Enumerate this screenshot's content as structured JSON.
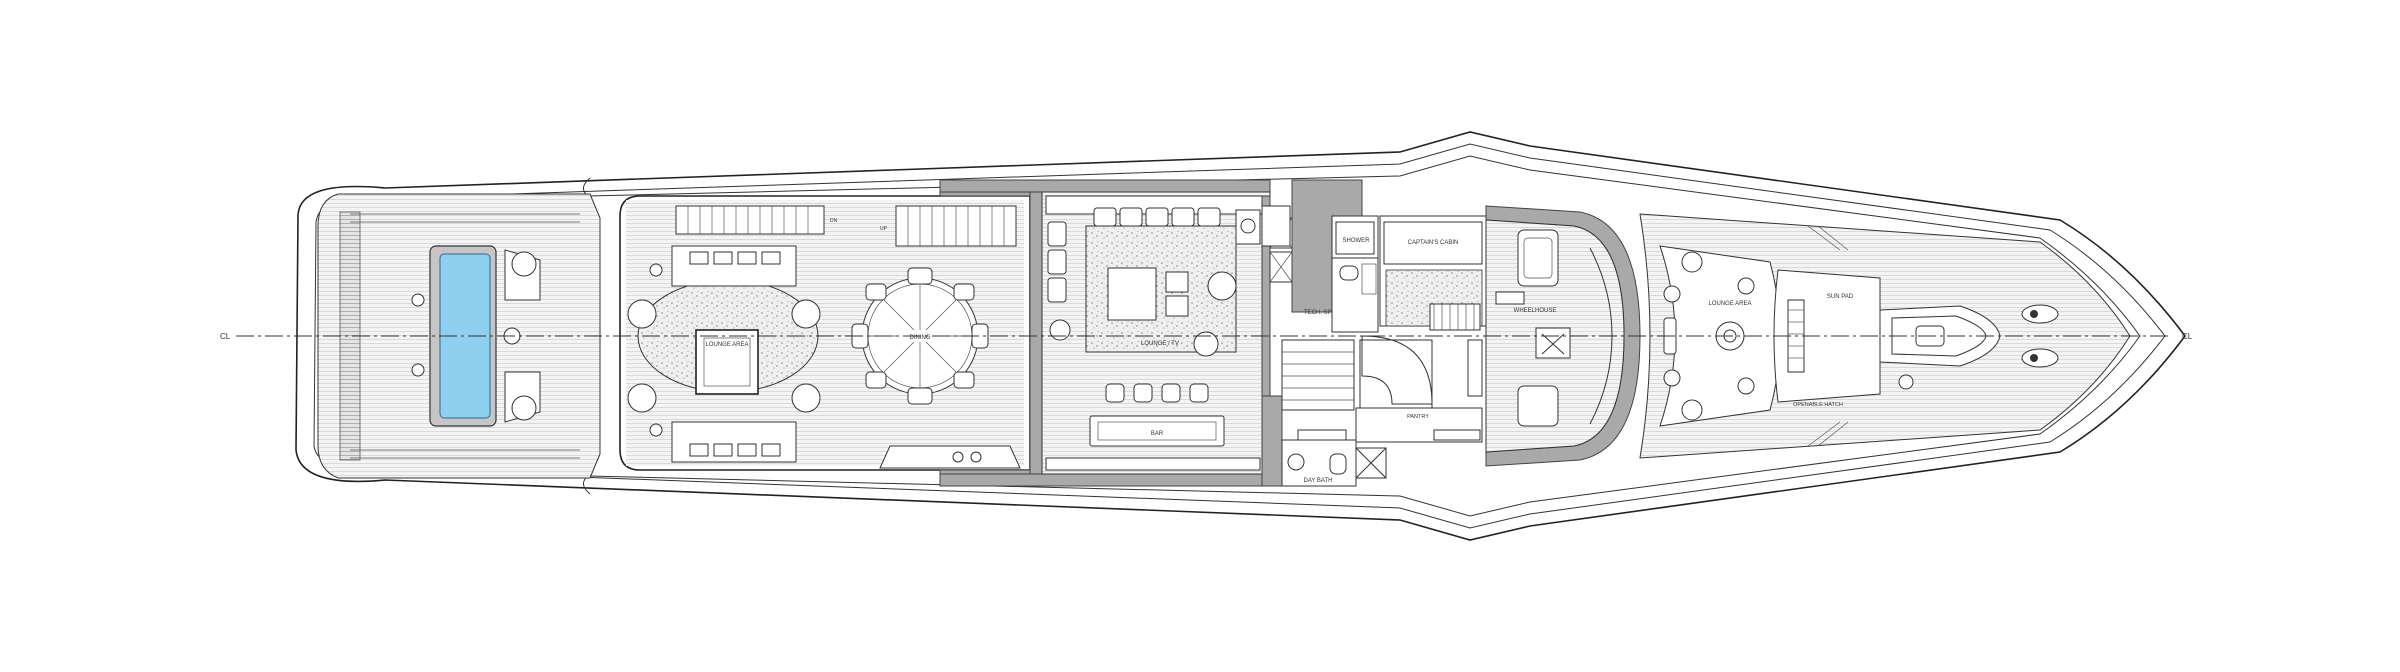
{
  "centerline": {
    "left": "CL",
    "right": "CL"
  },
  "rooms": {
    "lounge_aft": "LOUNGE AREA",
    "dining": "DINING",
    "tv_lounge": "LOUNGE / TV",
    "bar": "BAR",
    "tech_space": "TECH. SPACE",
    "shower": "SHOWER",
    "captains_cabin": "CAPTAIN'S CABIN",
    "day_bath": "DAY BATH",
    "pantry": "PANTRY",
    "wheelhouse": "WHEELHOUSE",
    "lounge_fwd": "LOUNGE AREA",
    "sun_pad": "SUN PAD",
    "openable_hatch": "OPENABLE HATCH"
  },
  "stairs": {
    "dn_label": "DN",
    "up_label": "UP"
  },
  "colors": {
    "pool": "#8fd0f0",
    "wall": "#a9a9a9",
    "line": "#222222",
    "deck": "#ececec"
  }
}
